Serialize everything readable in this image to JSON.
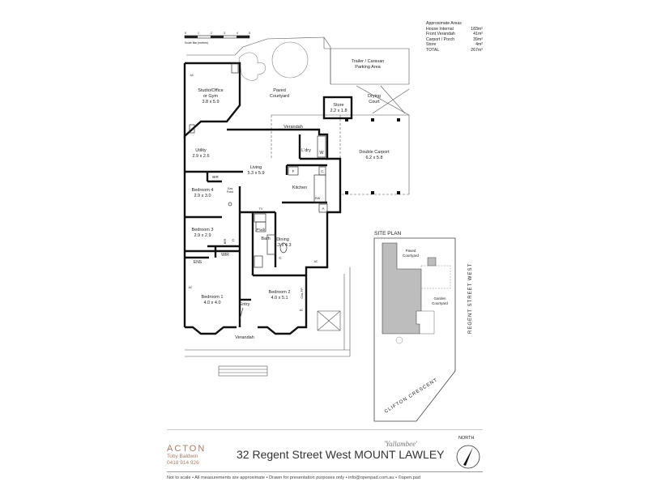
{
  "scale": {
    "ticks": [
      "0",
      "1",
      "2",
      "3",
      "4",
      "5"
    ],
    "caption": "Scale Bar (metres)"
  },
  "areas": {
    "title": "Approximate Areas",
    "rows": [
      {
        "label": "House Internal",
        "value": "183m²"
      },
      {
        "label": "Front Verandah",
        "value": "41m²"
      },
      {
        "label": "Carport / Porch",
        "value": "39m²"
      },
      {
        "label": "Store",
        "value": "4m²"
      },
      {
        "label": "TOTAL",
        "value": "267m²"
      }
    ]
  },
  "rooms": {
    "trailer": "Trailer / Caravan",
    "trailer2": "Parking Area",
    "paved": "Paved",
    "paved2": "Courtyard",
    "drying": "Drying",
    "drying2": "Court",
    "store": "Store",
    "store_dim": "2.2 x 1.8",
    "studio": "Studio/Office",
    "studio2": "or Gym",
    "studio_dim": "3.8 x 5.9",
    "verandah_rear": "Verandah",
    "utility": "Utility",
    "utility_dim": "2.9 x 2.6",
    "ldry": "L'dry",
    "w": "W",
    "carport": "Double Carport",
    "carport_dim": "6.2 x 5.8",
    "living": "Living",
    "living_dim": "5.3 x 5.9",
    "br1": "BIR",
    "bed4": "Bedroom 4",
    "bed4_dim": "2.9 x 3.0",
    "gas": "Gas",
    "gas2": "Point",
    "kitchen": "Kitchen",
    "dw": "DW",
    "f": "F",
    "c": "C",
    "a": "A",
    "tv": "TV",
    "pwr": "P'wdr",
    "bed3": "Bedroom 3",
    "bed3_dim": "2.9 x 2.9",
    "bir2": "BIR",
    "c2": "C",
    "bath": "Bath",
    "dining": "Dining",
    "dining_dim": "3.3 x 4.3",
    "ens": "ENS",
    "wir": "WIR",
    "c3": "C",
    "ac1": "AC",
    "ac2": "AC",
    "ac3": "AC",
    "ac4": "AC",
    "bed1": "Bedroom 1",
    "bed1_dim": "4.0 x 4.0",
    "bed2": "Bedroom 2",
    "bed2_dim": "4.0 x 5.1",
    "gasfp": "Gas FP",
    "entry": "Entry",
    "verandah_front": "Verandah"
  },
  "site_plan": {
    "title": "SITE PLAN",
    "paved": "Paved",
    "paved2": "Courtyard",
    "garden": "Garden",
    "garden2": "Courtyard",
    "street_east": "REGENT STREET WEST",
    "street_south": "CLIFTON CRESCENT"
  },
  "brand": {
    "agency": "ACTON",
    "agent": "Toby Baldwin",
    "phone": "0418 914 926"
  },
  "house_name": "'Yallambee'",
  "address": "32 Regent Street West MOUNT LAWLEY",
  "north": "NORTH",
  "disclaimer": "Not to scale  •  All measurements are approximate  •  Drawn for presentation purposes only  •  info@openpad.com.au  •  ©open.pad",
  "colors": {
    "wall": "#111111",
    "site_house": "#bdbdbd",
    "brand": "#a87c6a"
  }
}
